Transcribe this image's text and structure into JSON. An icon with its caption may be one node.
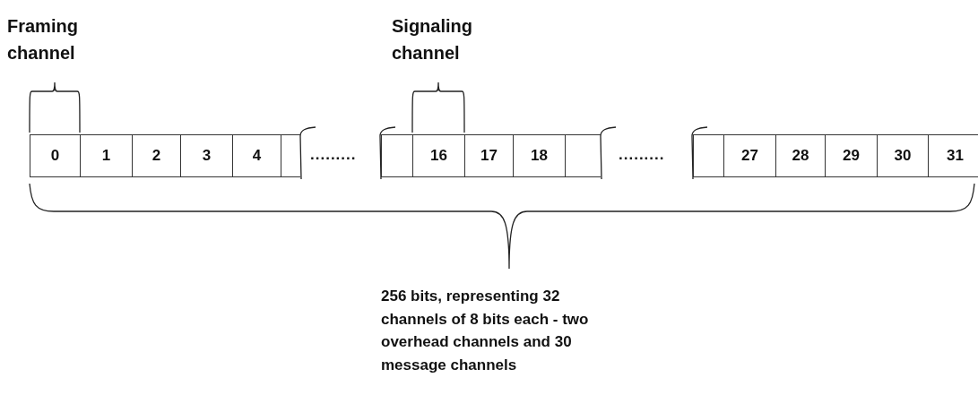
{
  "diagram": {
    "nodes": [
      {
        "text": [
          "0"
        ]
      },
      {
        "text": [
          "1"
        ]
      },
      {
        "text": [
          "2"
        ]
      },
      {
        "text": [
          "3"
        ]
      },
      {
        "text": [
          "4"
        ]
      },
      {
        "text": [],
        "shape": "box"
      },
      {
        "text": [],
        "shape": "box"
      },
      {
        "text": [
          "16"
        ]
      },
      {
        "text": [
          "17"
        ]
      },
      {
        "text": [
          "18"
        ]
      },
      {
        "text": [],
        "shape": "box"
      },
      {
        "text": [],
        "shape": "box"
      },
      {
        "text": [
          "27"
        ]
      },
      {
        "text": [
          "28"
        ]
      },
      {
        "text": [
          "29"
        ]
      },
      {
        "text": [
          "30"
        ]
      },
      {
        "text": [
          "31"
        ]
      }
    ],
    "edges": [],
    "labels": [
      "Framing channel",
      "Signaling channel",
      ".........",
      ".........",
      "256 bits, representing 32 channels of 8 bits each - two overhead channels and 30 message channels"
    ]
  }
}
